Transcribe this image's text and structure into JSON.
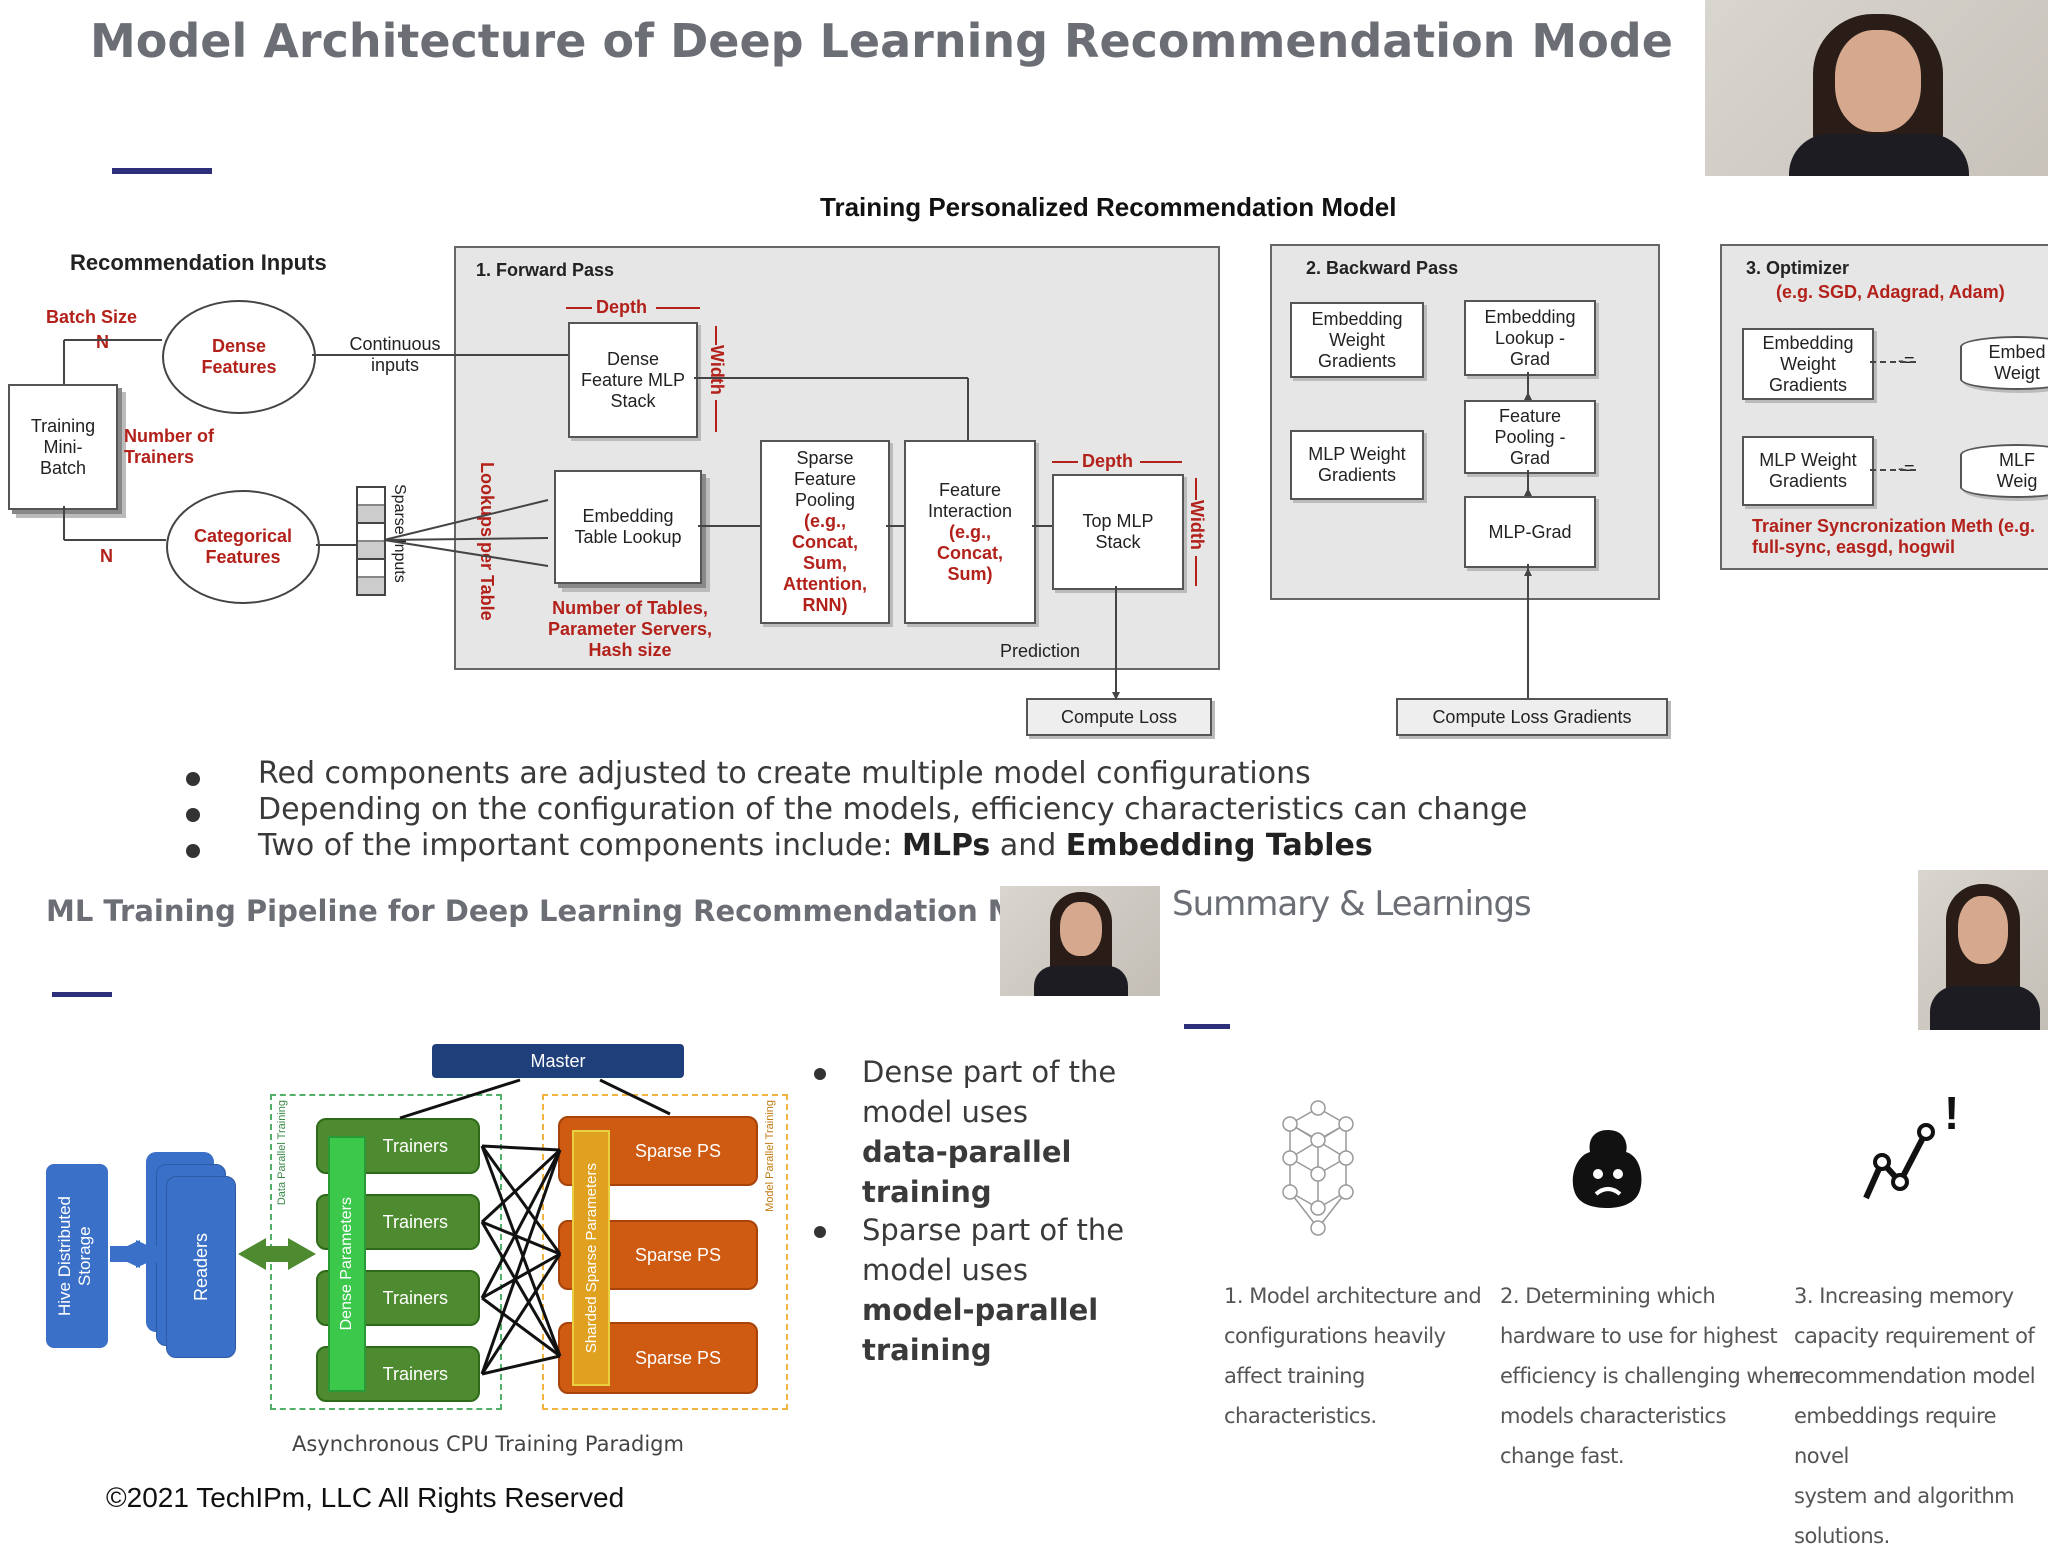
{
  "top_slide": {
    "title": "Model Architecture of Deep Learning Recommendation Mode",
    "diagram_title": "Training Personalized Recommendation Model",
    "inputs": {
      "heading": "Recommendation Inputs",
      "batch_size": "Batch Size",
      "n_top": "N",
      "n_bottom": "N",
      "dense_features": "Dense Features",
      "categorical_features": "Categorical Features",
      "training_mini_batch": "Training Mini-Batch",
      "number_of_trainers": "Number of Trainers",
      "continuous_inputs": "Continuous inputs",
      "sparse_inputs": "Sparse Inputs"
    },
    "forward": {
      "title": "1. Forward Pass",
      "depth_1": "Depth",
      "width_1": "Width",
      "dense_mlp": "Dense Feature MLP Stack",
      "lookups_per_table": "Lookups per Table",
      "embedding_lookup": "Embedding Table Lookup",
      "tables_note": "Number of Tables, Parameter Servers, Hash size",
      "sparse_pooling_head": "Sparse Feature Pooling",
      "sparse_pooling_red": "(e.g., Concat, Sum, Attention, RNN)",
      "feature_interaction_head": "Feature Interaction",
      "feature_interaction_red": "(e.g., Concat, Sum)",
      "depth_2": "Depth",
      "width_2": "Width",
      "top_mlp": "Top MLP Stack",
      "prediction": "Prediction",
      "compute_loss": "Compute Loss"
    },
    "backward": {
      "title": "2. Backward Pass",
      "emb_weight_grad": "Embedding Weight Gradients",
      "emb_lookup_grad": "Embedding Lookup - Grad",
      "mlp_weight_grad": "MLP Weight Gradients",
      "feature_pooling_grad": "Feature Pooling - Grad",
      "mlp_grad": "MLP-Grad",
      "compute_loss_gradients": "Compute Loss Gradients"
    },
    "optimizer": {
      "title": "3. Optimizer",
      "subtitle": "(e.g. SGD, Adagrad, Adam)",
      "emb_weight_grad": "Embedding Weight Gradients",
      "emb_weights": "Embed Weigt",
      "mlp_weight_grad": "MLP Weight Gradients",
      "mlp_weights": "MLF Weig",
      "op_1": "-=",
      "op_2": "-=",
      "sync_note": "Trainer Syncronization Meth (e.g. full-sync, easgd, hogwil"
    },
    "bullets": [
      {
        "plain": "Red components are adjusted to create multiple model configurations"
      },
      {
        "plain": "Depending on the configuration of the models, efficiency characteristics can change"
      },
      {
        "plain": "Two of the important components include: ",
        "bold1": "MLPs",
        "mid": " and ",
        "bold2": "Embedding Tables"
      }
    ]
  },
  "bottom_left_slide": {
    "title": "ML Training Pipeline for Deep Learning Recommendation Mo",
    "master": "Master",
    "hive": "Hive Distributed Storage",
    "readers": "Readers",
    "data_parallel": "Data Parallel Training",
    "model_parallel": "Model Parallel Training",
    "dense_parameters": "Dense Parameters",
    "sharded_sparse": "Sharded Sparse Parameters",
    "trainers": [
      "Trainers",
      "Trainers",
      "Trainers",
      "Trainers"
    ],
    "sparse_ps": [
      "Sparse PS",
      "Sparse PS",
      "Sparse PS"
    ],
    "caption": "Asynchronous CPU Training Paradigm",
    "bullets": [
      {
        "l1": "Dense part of the",
        "l2": "model uses",
        "b1": "data-parallel",
        "b2": "training"
      },
      {
        "l1": "Sparse part of the",
        "l2": "model uses",
        "b1": "model-parallel",
        "b2": "training"
      }
    ]
  },
  "bottom_right_slide": {
    "title": "Summary & Learnings",
    "icons": [
      "neural-network-icon",
      "sad-face-blob-icon",
      "rising-chart-icon"
    ],
    "exclaim": "!",
    "learnings": [
      [
        "1. Model architecture and",
        "configurations heavily",
        "affect training",
        "characteristics."
      ],
      [
        "2. Determining which",
        "hardware to use for highest",
        "efficiency is challenging when",
        "models characteristics",
        "change fast."
      ],
      [
        "3. Increasing memory",
        "capacity requirement of",
        "recommendation model",
        "embeddings require novel",
        "system and algorithm",
        "solutions."
      ]
    ]
  },
  "footer": "©2021 TechIPm, LLC All Rights Reserved",
  "colors": {
    "accent_rule": "#2d2f7a",
    "red_text": "#b3211b",
    "master_blue": "#1f3f7a",
    "trainer_green": "#4e8a2f",
    "sparse_orange": "#cf5a12",
    "hive_blue": "#3a70c8"
  }
}
